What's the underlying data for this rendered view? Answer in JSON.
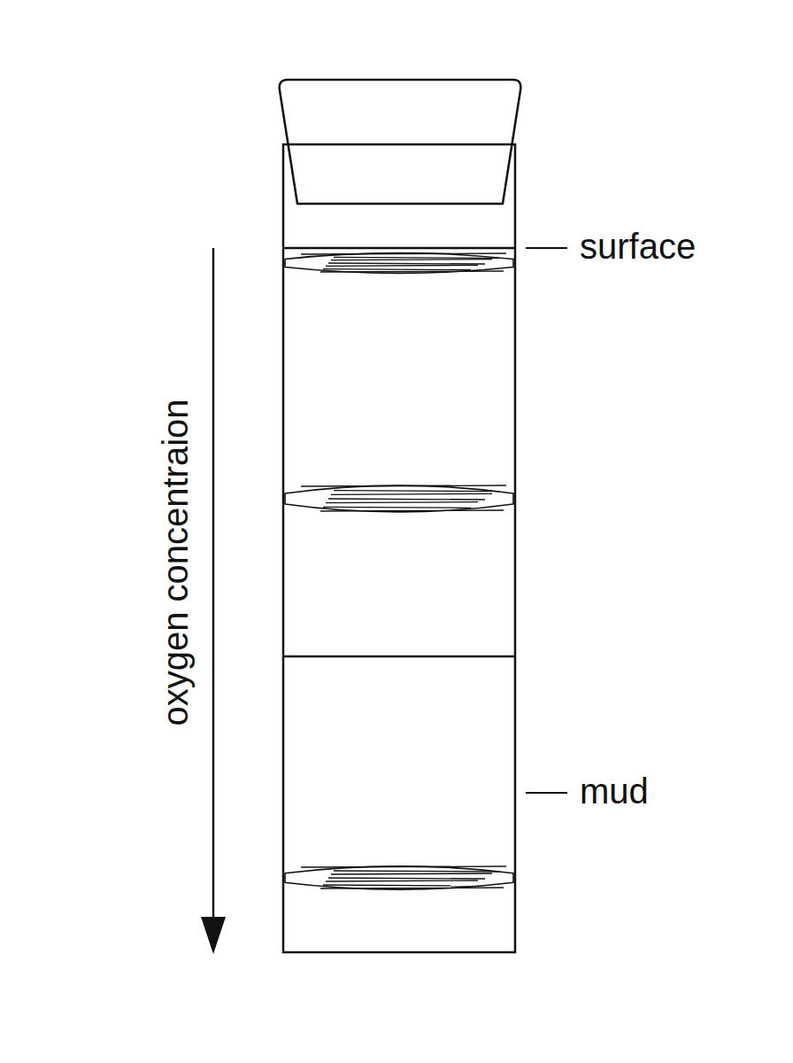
{
  "diagram": {
    "labels": [
      "surface",
      "mud",
      "oxygen concentraion"
    ]
  }
}
